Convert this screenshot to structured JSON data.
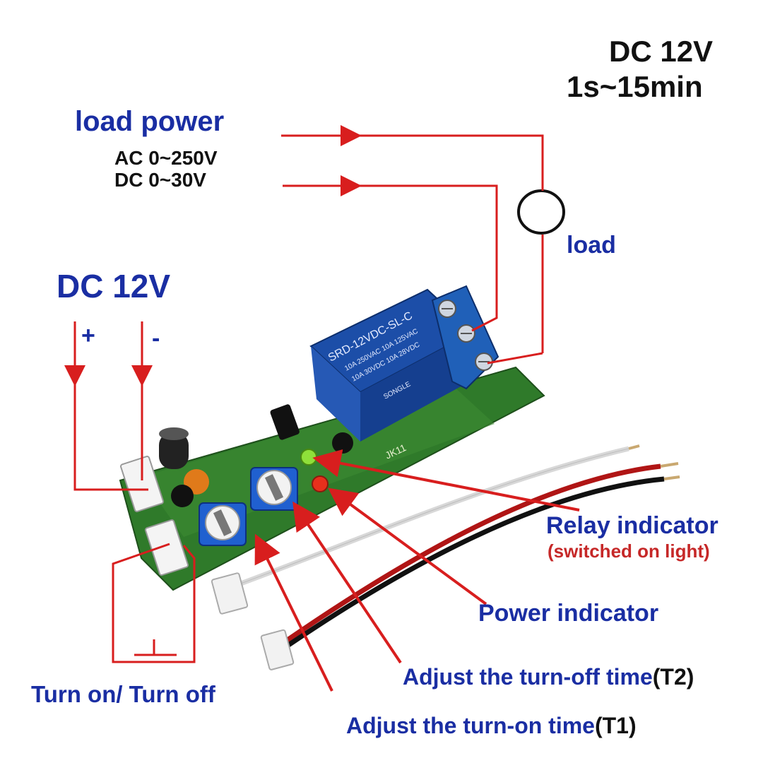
{
  "spec": {
    "voltage": "DC 12V",
    "range": "1s~15min"
  },
  "load_power": {
    "title": "load power",
    "ac": "AC 0~250V",
    "dc": "DC 0~30V"
  },
  "load": {
    "label": "load"
  },
  "supply": {
    "title": "DC 12V",
    "plus": "+",
    "minus": "-"
  },
  "callouts": {
    "relay": "Relay indicator",
    "relay_note": "(switched on light)",
    "power": "Power indicator",
    "t2_text": "Adjust the turn-off time",
    "t2_code": "(T2)",
    "t1_text": "Adjust the turn-on time",
    "t1_code": "(T1)"
  },
  "switch": {
    "label": "Turn on/ Turn off"
  },
  "board": {
    "relay_markings": [
      "SRD-12VDC-SL-C",
      "10A 250VAC  10A 125VAC",
      "10A 30VDC  10A 28VDC",
      "SONGLE"
    ],
    "board_code": "JK11"
  },
  "colors": {
    "wire": "#d81e1e",
    "label_blue": "#1a2ea3",
    "relay_blue": "#1c4ea8",
    "pcb_green": "#2f7a2a",
    "terminal_blue": "#2060b8"
  }
}
